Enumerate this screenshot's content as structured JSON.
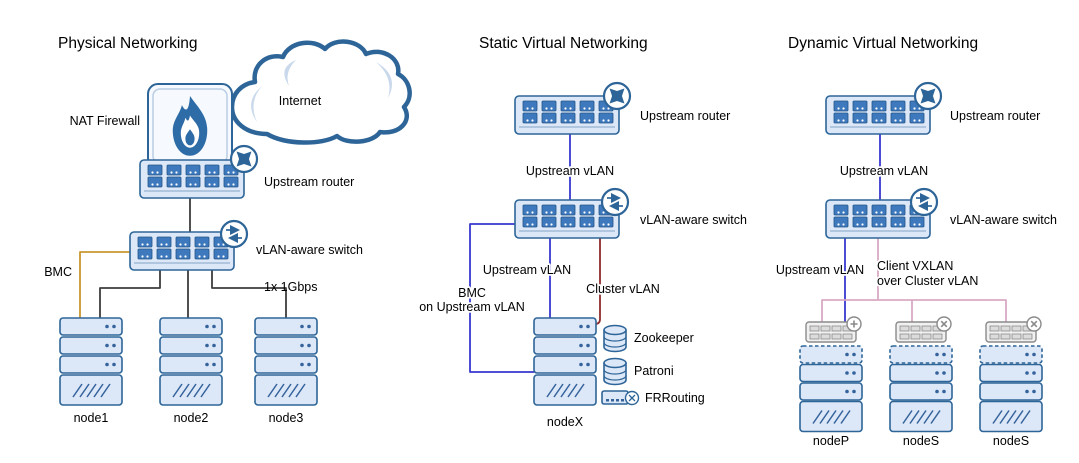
{
  "diagram": {
    "physical": {
      "title": "Physical Networking",
      "internet": "Internet",
      "nat_firewall": "NAT Firewall",
      "upstream_router": "Upstream router",
      "vlan_switch": "vLAN-aware switch",
      "bmc": "BMC",
      "link_speed": "1x 1Gbps",
      "node1": "node1",
      "node2": "node2",
      "node3": "node3"
    },
    "static_virtual": {
      "title": "Static Virtual Networking",
      "upstream_router": "Upstream router",
      "upstream_vlan_top": "Upstream vLAN",
      "vlan_switch": "vLAN-aware switch",
      "upstream_vlan": "Upstream vLAN",
      "cluster_vlan": "Cluster vLAN",
      "bmc_label_1": "BMC",
      "bmc_label_2": "on Upstream vLAN",
      "zookeeper": "Zookeeper",
      "patroni": "Patroni",
      "frrouting": "FRRouting",
      "nodex": "nodeX"
    },
    "dynamic_virtual": {
      "title": "Dynamic Virtual Networking",
      "upstream_router": "Upstream router",
      "upstream_vlan_top": "Upstream vLAN",
      "vlan_switch": "vLAN-aware switch",
      "upstream_vlan": "Upstream vLAN",
      "vxlan_label_1": "Client VXLAN",
      "vxlan_label_2": "over Cluster vLAN",
      "nodep": "nodeP",
      "nodes_1": "nodeS",
      "nodes_2": "nodeS"
    },
    "colors": {
      "physical_link": "#3d3d3d",
      "upstream_vlan": "#3838cf",
      "cluster_vlan": "#8f2d2d",
      "bmc_link": "#c9972f",
      "client_vxlan": "#d9a9c4"
    }
  }
}
